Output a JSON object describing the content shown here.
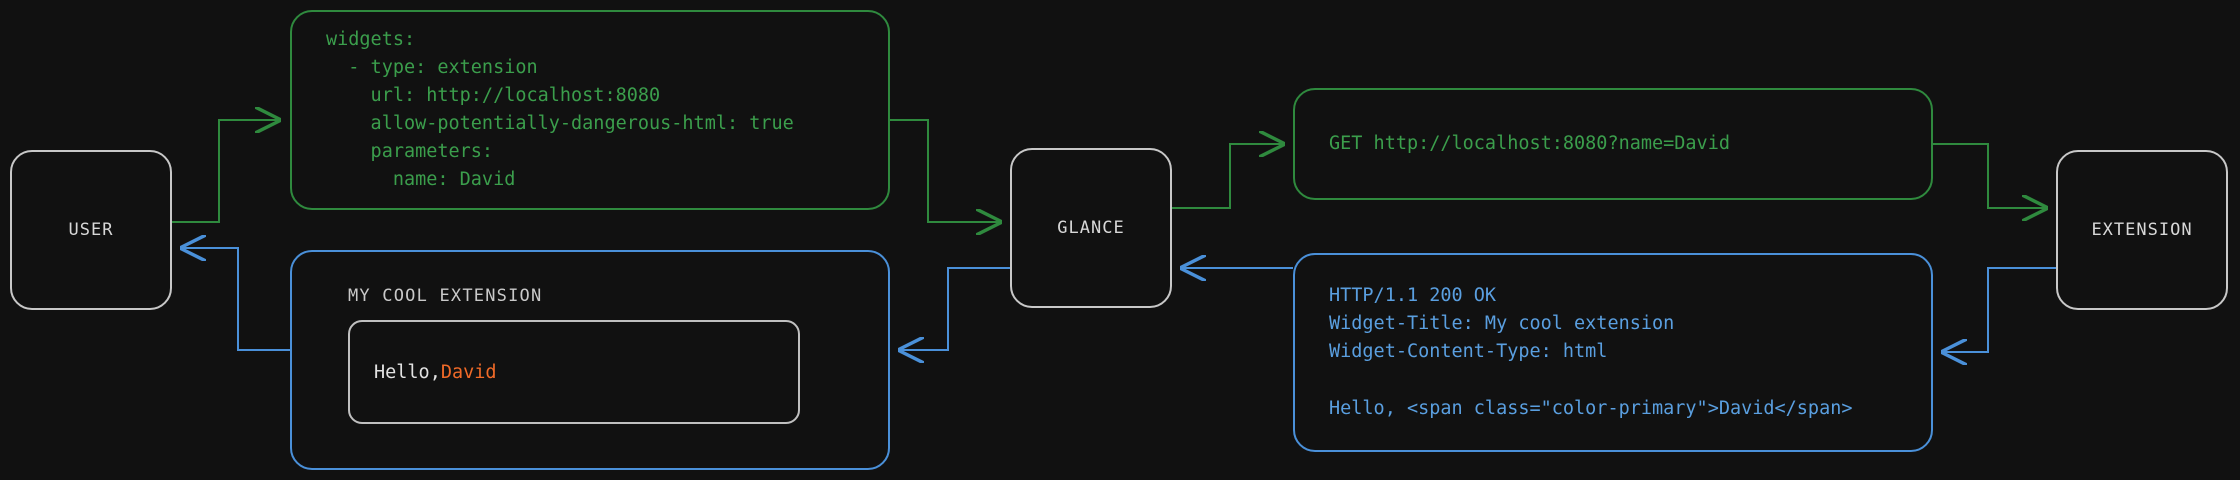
{
  "theme": {
    "background": "#111111",
    "green": "#3b9e4c",
    "green_border": "#2f8a3e",
    "blue": "#5a9fe0",
    "blue_border": "#4a90d9",
    "node_border": "#c8c8c8",
    "node_text": "#d8d8d8",
    "accent_orange": "#f06a28"
  },
  "nodes": {
    "user": {
      "label": "USER"
    },
    "glance": {
      "label": "GLANCE"
    },
    "extension": {
      "label": "EXTENSION"
    }
  },
  "boxes": {
    "yaml_config": {
      "text": "widgets:\n  - type: extension\n    url: http://localhost:8080\n    allow-potentially-dangerous-html: true\n    parameters:\n      name: David"
    },
    "get_request": {
      "text": "GET http://localhost:8080?name=David"
    },
    "http_response": {
      "text": "HTTP/1.1 200 OK\nWidget-Title: My cool extension\nWidget-Content-Type: html\n\nHello, <span class=\"color-primary\">David</span>"
    },
    "rendered_widget": {
      "title": "MY COOL EXTENSION",
      "body_prefix": "Hello, ",
      "body_accent": "David"
    }
  },
  "edges": [
    {
      "name": "user-to-config",
      "color": "green",
      "from": "user",
      "to": "yaml-config"
    },
    {
      "name": "config-to-glance",
      "color": "green",
      "from": "yaml-config",
      "to": "glance"
    },
    {
      "name": "glance-to-get",
      "color": "green",
      "from": "glance",
      "to": "get-request"
    },
    {
      "name": "get-to-extension",
      "color": "green",
      "from": "get-request",
      "to": "extension"
    },
    {
      "name": "extension-to-response",
      "color": "blue",
      "from": "extension",
      "to": "http-response"
    },
    {
      "name": "response-to-glance",
      "color": "blue",
      "from": "http-response",
      "to": "glance"
    },
    {
      "name": "glance-to-widget",
      "color": "blue",
      "from": "glance",
      "to": "rendered-widget"
    },
    {
      "name": "widget-to-user",
      "color": "blue",
      "from": "rendered-widget",
      "to": "user"
    }
  ]
}
